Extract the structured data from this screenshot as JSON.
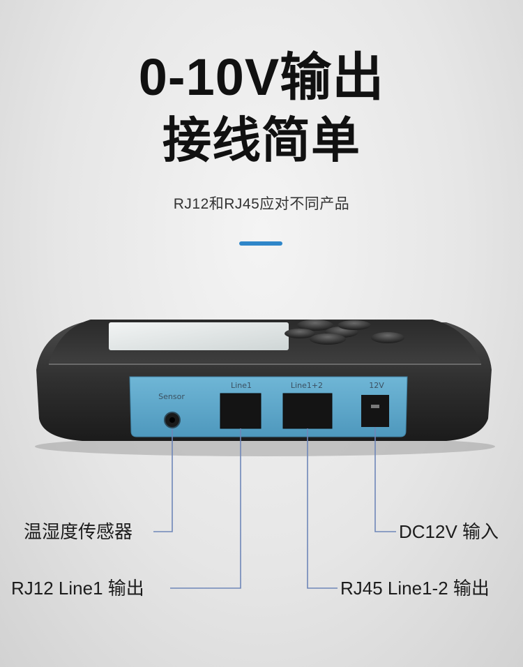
{
  "header": {
    "title_line1": "0-10V输出",
    "title_line2": "接线简单",
    "subtitle": "RJ12和RJ45应对不同产品"
  },
  "panel": {
    "sensor_label": "Sensor",
    "line1_label": "Line1",
    "line12_label": "Line1+2",
    "power_label": "12V"
  },
  "callouts": {
    "sensor": "温湿度传感器",
    "rj12": "RJ12 Line1 输出",
    "dc": "DC12V 输入",
    "rj45": "RJ45 Line1-2 输出"
  },
  "colors": {
    "accent": "#2f86c9",
    "panel_blue": "#5ea9cc",
    "leader_line": "#6e86b8",
    "body_dark": "#2b2b2b"
  }
}
